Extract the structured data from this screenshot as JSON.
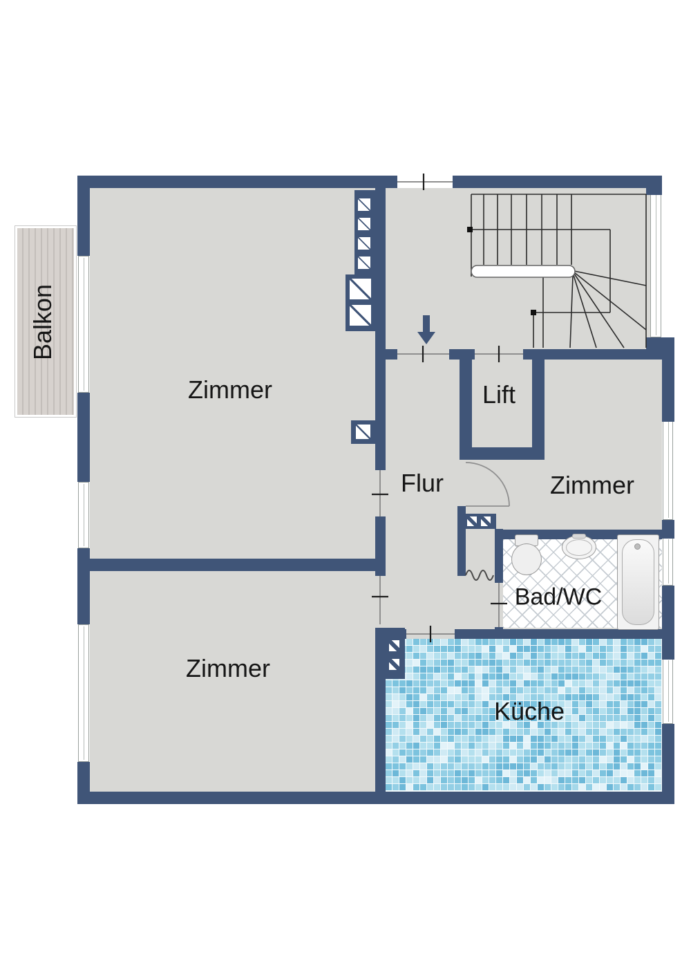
{
  "labels": {
    "balkon": "Balkon",
    "zimmer_top_left": "Zimmer",
    "zimmer_bottom_left": "Zimmer",
    "zimmer_right": "Zimmer",
    "lift": "Lift",
    "flur": "Flur",
    "bad_wc": "Bad/WC",
    "kueche": "Küche"
  },
  "colors": {
    "wall": "#405578",
    "floor": "#d8d8d5",
    "stair_line": "#2b2b2b",
    "opening_line": "#8f8f8f",
    "tick": "#1c1c1c",
    "bath_grid": "#c6ccd2",
    "balcony_wood": "#d7d2ce",
    "balcony_wood_line": "#c3beba",
    "kitchen_tile_palette": [
      "#7cc3de",
      "#93cfe5",
      "#b4e0ee",
      "#cfeaf4",
      "#e3f3f9",
      "#a5d8e9",
      "#6db8d8"
    ]
  },
  "symbols": {
    "entrance_arrow": "down-arrow",
    "chimney_square": "diagonal-hatched-square",
    "bath_curtain": "wavy-line",
    "door_swing": "quarter-arc"
  }
}
